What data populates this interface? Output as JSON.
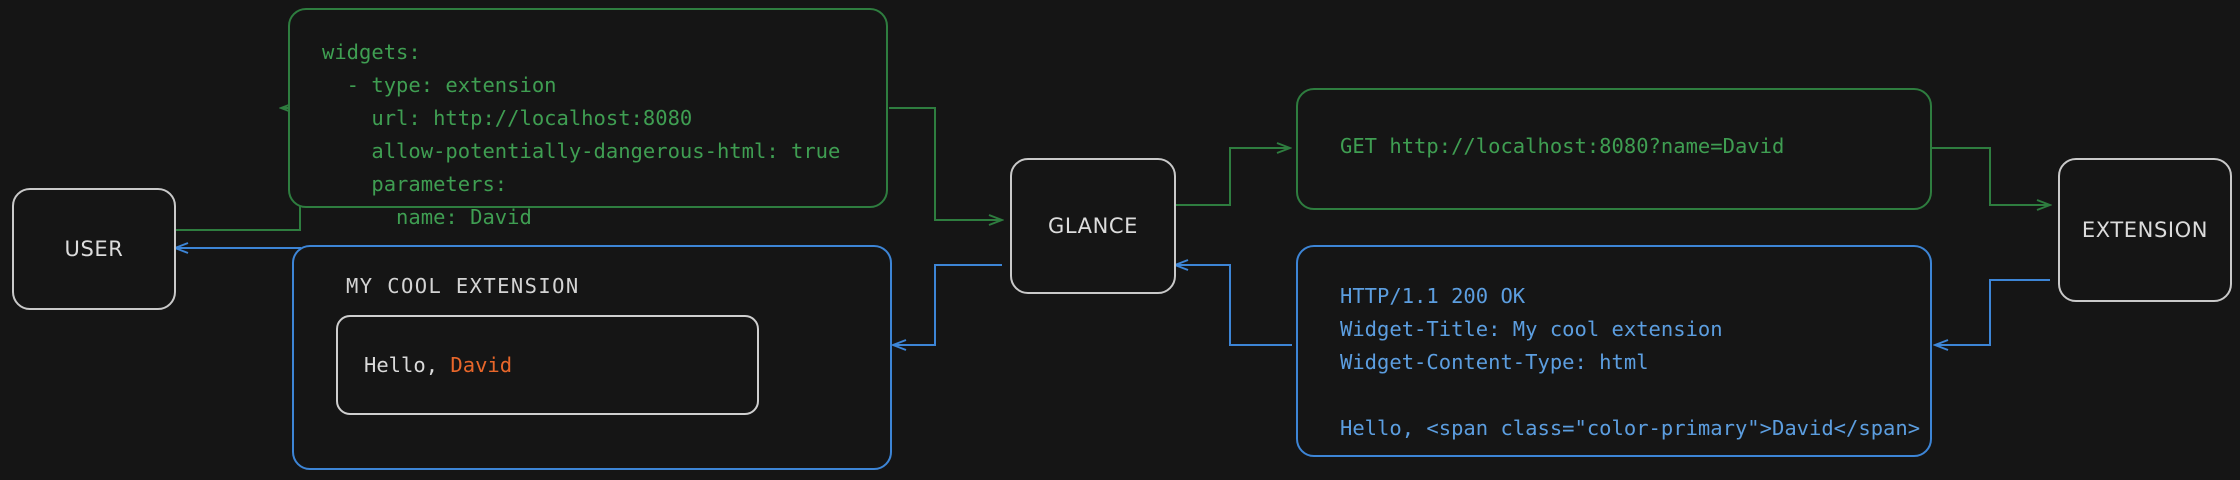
{
  "diagram": {
    "title": "Glance extension request flow",
    "background_color": "#151515",
    "colors": {
      "node_border": "#c9c9c9",
      "request_green": "#2e7d3f",
      "request_green_text": "#3f9e52",
      "response_blue": "#3d85d6",
      "response_blue_text": "#5c9ee0",
      "accent_orange": "#e8662a",
      "node_text": "#dcdcdc"
    }
  },
  "nodes": {
    "user": {
      "label": "USER"
    },
    "glance": {
      "label": "GLANCE"
    },
    "extension": {
      "label": "EXTENSION"
    }
  },
  "messages": {
    "config_yaml": {
      "kind": "request",
      "lines": [
        "widgets:",
        "  - type: extension",
        "    url: http://localhost:8080",
        "    allow-potentially-dangerous-html: true",
        "    parameters:",
        "      name: David"
      ],
      "text": "widgets:\n  - type: extension\n    url: http://localhost:8080\n    allow-potentially-dangerous-html: true\n    parameters:\n      name: David"
    },
    "http_request": {
      "kind": "request",
      "text": "GET http://localhost:8080?name=David"
    },
    "http_response": {
      "kind": "response",
      "lines": [
        "HTTP/1.1 200 OK",
        "Widget-Title: My cool extension",
        "Widget-Content-Type: html",
        "",
        "Hello, <span class=\"color-primary\">David</span>"
      ],
      "text": "HTTP/1.1 200 OK\nWidget-Title: My cool extension\nWidget-Content-Type: html\n\nHello, <span class=\"color-primary\">David</span>"
    },
    "rendered_widget": {
      "kind": "response",
      "title": "MY COOL EXTENSION",
      "body_prefix": "Hello, ",
      "body_accent": "David"
    }
  }
}
